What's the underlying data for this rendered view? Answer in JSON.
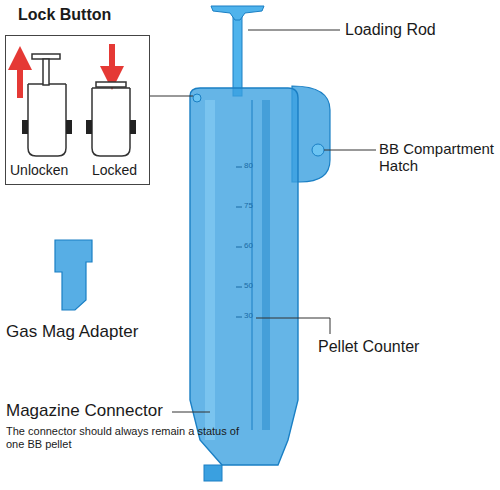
{
  "diagram": {
    "nodes": [
      {
        "text": [
          "Lock Button",
          "Unlocken",
          "Locked"
        ]
      }
    ],
    "labels": [
      "Loading Rod",
      "BB Compartment Hatch",
      "Pellet Counter",
      "Gas Mag Adapter",
      "Magazine Connector",
      "The connector should always remain a status of one BB pellet",
      "80",
      "75",
      "60",
      "50",
      "30"
    ]
  }
}
